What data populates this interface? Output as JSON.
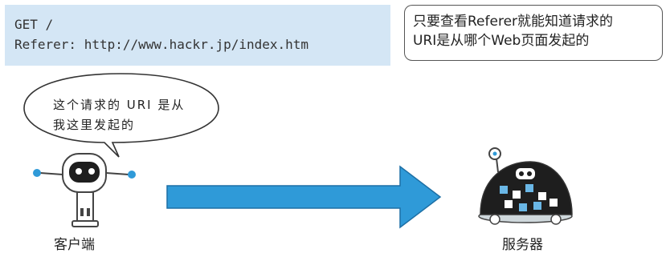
{
  "request": {
    "line1": "GET /",
    "line2": "Referer: http://www.hackr.jp/index.htm"
  },
  "note": {
    "line1": "只要查看Referer就能知道请求的",
    "line2": "URI是从哪个Web页面发起的"
  },
  "speech": {
    "line1": "这个请求的 URI 是从",
    "line2": "我这里发起的"
  },
  "labels": {
    "client": "客户端",
    "server": "服务器"
  },
  "colors": {
    "request_bg": "#d4e6f5",
    "arrow": "#2f9ad8",
    "robot_body": "#222222"
  }
}
